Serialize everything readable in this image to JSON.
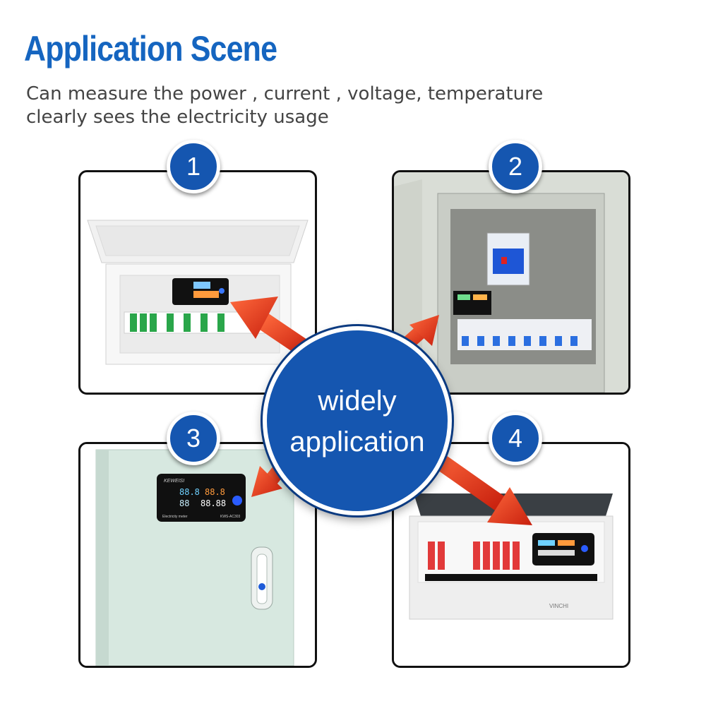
{
  "header": {
    "title": "Application Scene",
    "subtitle_line1": "Can measure the power , current , voltage, temperature",
    "subtitle_line2": "clearly sees the electricity usage"
  },
  "center": {
    "line1": "widely",
    "line2": "application"
  },
  "scenes": [
    {
      "number": "1"
    },
    {
      "number": "2"
    },
    {
      "number": "3",
      "meter_brand": "KEWEISI",
      "meter_label": "Electricity meter",
      "meter_model": "KWS-AC303"
    },
    {
      "number": "4",
      "cabinet_brand": "VINCHI"
    }
  ],
  "colors": {
    "accent": "#1565c0",
    "badge": "#1556b0",
    "arrow": "#e8391e"
  }
}
